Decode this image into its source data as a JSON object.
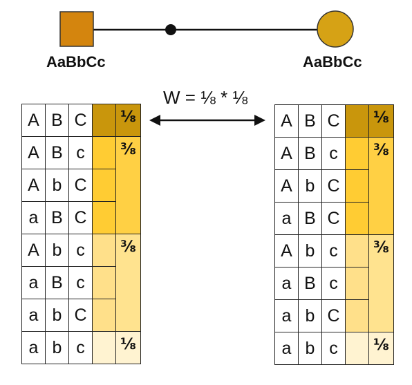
{
  "pedigree": {
    "left_genotype": "AaBbCc",
    "right_genotype": "AaBbCc",
    "colors": {
      "male": "#D4850E",
      "female": "#D6A215",
      "line": "#111111"
    }
  },
  "formula": "W = ⅛ * ⅛",
  "colors": {
    "gold_dark": "#C9960C",
    "gold": "#FFCC33",
    "gold_light": "#FFE08A",
    "gold_pale": "#FFF3D1",
    "prob_dark": "#C9960C",
    "prob_mid": "#FFD044",
    "prob_light": "#FFE38F",
    "prob_pale": "#FFF3D1"
  },
  "table": {
    "rows": [
      [
        "A",
        "B",
        "C"
      ],
      [
        "A",
        "B",
        "c"
      ],
      [
        "A",
        "b",
        "C"
      ],
      [
        "a",
        "B",
        "C"
      ],
      [
        "A",
        "b",
        "c"
      ],
      [
        "a",
        "B",
        "c"
      ],
      [
        "a",
        "b",
        "C"
      ],
      [
        "a",
        "b",
        "c"
      ]
    ],
    "swatch_levels": [
      "gold_dark",
      "gold",
      "gold",
      "gold",
      "gold_light",
      "gold_light",
      "gold_light",
      "gold_pale"
    ],
    "groups": [
      {
        "label": "⅛",
        "rows": 1,
        "level": "prob_dark"
      },
      {
        "label": "⅜",
        "rows": 3,
        "level": "prob_mid"
      },
      {
        "label": "⅜",
        "rows": 3,
        "level": "prob_light"
      },
      {
        "label": "⅛",
        "rows": 1,
        "level": "prob_pale"
      }
    ]
  }
}
